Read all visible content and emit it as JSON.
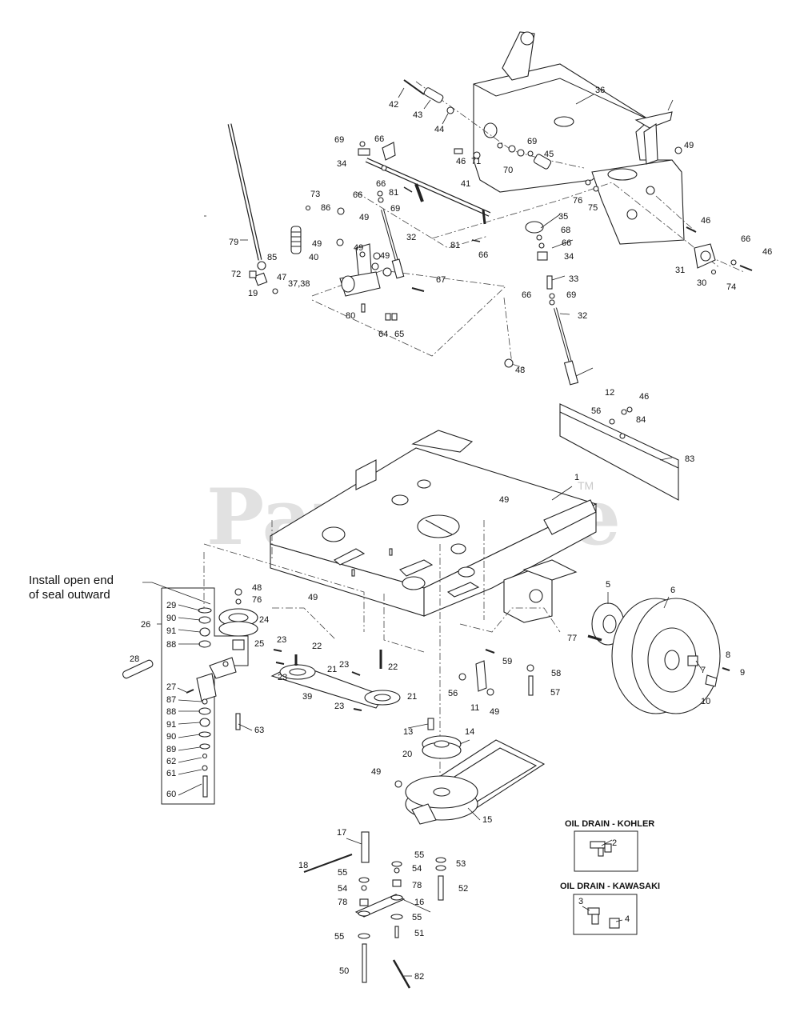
{
  "watermark": "PartsTree",
  "watermark_tm": "TM",
  "note": {
    "line1": "Install open end",
    "line2": "of seal outward"
  },
  "oil_drain_kohler": "OIL DRAIN - KOHLER",
  "oil_drain_kawasaki": "OIL DRAIN - KAWASAKI",
  "callouts": {
    "c1": "1",
    "c2": "2",
    "c3": "3",
    "c4": "4",
    "c5": "5",
    "c6": "6",
    "c7": "7",
    "c8": "8",
    "c9": "9",
    "c10": "10",
    "c11": "11",
    "c12": "12",
    "c13": "13",
    "c14": "14",
    "c15": "15",
    "c16": "16",
    "c17": "17",
    "c18": "18",
    "c19": "19",
    "c20": "20",
    "c21a": "21",
    "c21b": "21",
    "c22a": "22",
    "c22b": "22",
    "c23a": "23",
    "c23b": "23",
    "c23c": "23",
    "c23d": "23",
    "c24": "24",
    "c25": "25",
    "c26": "26",
    "c27": "27",
    "c28": "28",
    "c29": "29",
    "c30": "30",
    "c31": "31",
    "c32a": "32",
    "c32b": "32",
    "c33": "33",
    "c34a": "34",
    "c34b": "34",
    "c35": "35",
    "c36": "36",
    "c3738": "37,38",
    "c39": "39",
    "c40": "40",
    "c41": "41",
    "c42": "42",
    "c43": "43",
    "c44": "44",
    "c45": "45",
    "c46a": "46",
    "c46b": "46",
    "c46c": "46",
    "c46d": "46",
    "c47": "47",
    "c48a": "48",
    "c48b": "48",
    "c49a": "49",
    "c49b": "49",
    "c49c": "49",
    "c49d": "49",
    "c49e": "49",
    "c49f": "49",
    "c49g": "49",
    "c49h": "49",
    "c50": "50",
    "c51": "51",
    "c52": "52",
    "c53": "53",
    "c54a": "54",
    "c54b": "54",
    "c55a": "55",
    "c55b": "55",
    "c55c": "55",
    "c55d": "55",
    "c56a": "56",
    "c56b": "56",
    "c57": "57",
    "c58": "58",
    "c59": "59",
    "c60": "60",
    "c61": "61",
    "c62": "62",
    "c63": "63",
    "c64": "64",
    "c65": "65",
    "c66a": "66",
    "c66b": "66",
    "c66c": "66",
    "c66d": "66",
    "c66e": "66",
    "c66f": "66",
    "c67": "67",
    "c68": "68",
    "c69a": "69",
    "c69b": "69",
    "c69c": "69",
    "c69d": "69",
    "c70": "70",
    "c71": "71",
    "c72": "72",
    "c73": "73",
    "c74": "74",
    "c75": "75",
    "c76a": "76",
    "c76b": "76",
    "c77": "77",
    "c78a": "78",
    "c78b": "78",
    "c79": "79",
    "c80": "80",
    "c81a": "81",
    "c81b": "81",
    "c82": "82",
    "c83": "83",
    "c84": "84",
    "c85": "85",
    "c86": "86",
    "c87": "87",
    "c88a": "88",
    "c88b": "88",
    "c89": "89",
    "c90a": "90",
    "c90b": "90",
    "c91a": "91",
    "c91b": "91"
  }
}
